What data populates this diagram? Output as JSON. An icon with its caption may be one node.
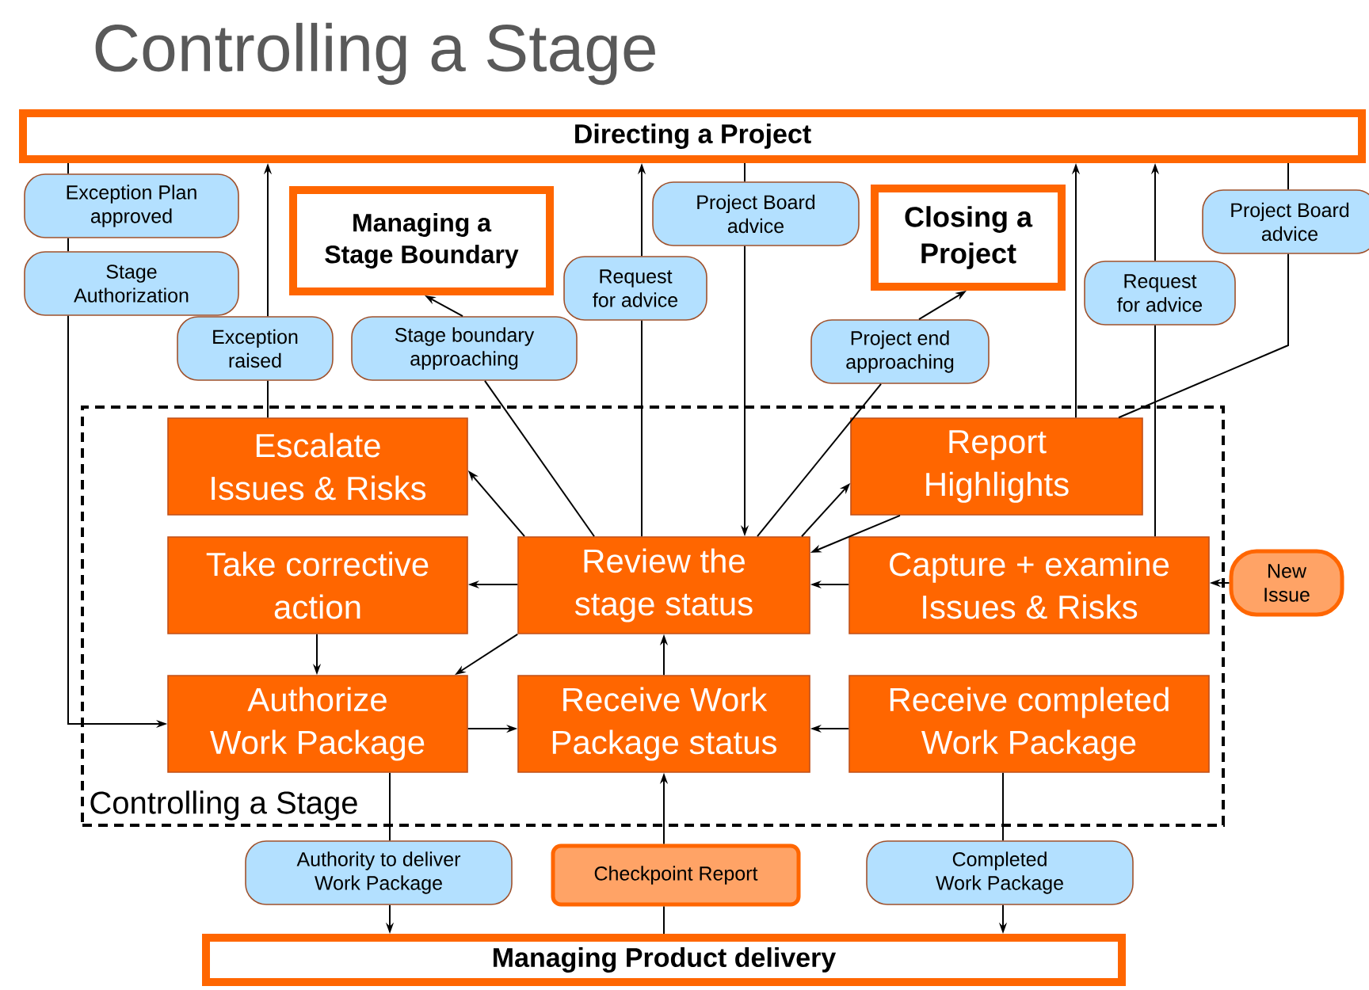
{
  "diagram": {
    "title": "Controlling a Stage",
    "nodes": [
      {
        "text": [
          "Directing a Project"
        ]
      },
      {
        "text": [
          "Exception Plan approved"
        ]
      },
      {
        "text": [
          "Stage Authorization"
        ]
      },
      {
        "text": [
          "Managing a Stage Boundary"
        ]
      },
      {
        "text": [
          "Exception raised"
        ]
      },
      {
        "text": [
          "Stage boundary approaching"
        ]
      },
      {
        "text": [
          "Project Board advice"
        ]
      },
      {
        "text": [
          "Request for advice"
        ]
      },
      {
        "text": [
          "Closing a Project"
        ]
      },
      {
        "text": [
          "Project end approaching"
        ]
      },
      {
        "text": [
          "Request for advice"
        ]
      },
      {
        "text": [
          "Project Board advice"
        ]
      },
      {
        "text": [
          "Controlling a Stage"
        ]
      },
      {
        "text": [
          "Escalate Issues & Risks"
        ],
        "in": 12
      },
      {
        "text": [
          "Report Highlights"
        ],
        "in": 12
      },
      {
        "text": [
          "Take corrective action"
        ],
        "in": 12
      },
      {
        "text": [
          "Review the stage status"
        ],
        "in": 12
      },
      {
        "text": [
          "Capture + examine Issues & Risks"
        ],
        "in": 12
      },
      {
        "text": [
          "New Issue"
        ]
      },
      {
        "text": [
          "Authorize Work Package"
        ],
        "in": 12
      },
      {
        "text": [
          "Receive Work Package status"
        ],
        "in": 12
      },
      {
        "text": [
          "Receive completed Work Package"
        ],
        "in": 12
      },
      {
        "text": [
          "Authority to deliver Work Package"
        ]
      },
      {
        "text": [
          "Checkpoint Report"
        ]
      },
      {
        "text": [
          "Completed Work Package"
        ]
      },
      {
        "text": [
          "Managing Product delivery"
        ]
      }
    ],
    "edges": [
      {
        "from": 0,
        "to": 1,
        "arrow": "none"
      },
      {
        "from": 1,
        "to": 2,
        "arrow": "none"
      },
      {
        "from": 2,
        "to": 19,
        "arrow": "to"
      },
      {
        "from": 13,
        "to": 4,
        "arrow": "none"
      },
      {
        "from": 4,
        "to": 0,
        "arrow": "to"
      },
      {
        "from": 16,
        "to": 5,
        "arrow": "none"
      },
      {
        "from": 5,
        "to": 3,
        "arrow": "to"
      },
      {
        "from": 16,
        "to": 7,
        "arrow": "none"
      },
      {
        "from": 7,
        "to": 0,
        "arrow": "to"
      },
      {
        "from": 0,
        "to": 6,
        "arrow": "none"
      },
      {
        "from": 6,
        "to": 16,
        "arrow": "to"
      },
      {
        "from": 16,
        "to": 9,
        "arrow": "none"
      },
      {
        "from": 9,
        "to": 8,
        "arrow": "to"
      },
      {
        "from": 16,
        "to": 14,
        "arrow": "to"
      },
      {
        "from": 14,
        "to": 16,
        "arrow": "to"
      },
      {
        "from": 14,
        "to": 0,
        "arrow": "to"
      },
      {
        "from": 17,
        "to": 10,
        "arrow": "none"
      },
      {
        "from": 10,
        "to": 0,
        "arrow": "to"
      },
      {
        "from": 0,
        "to": 11,
        "arrow": "none"
      },
      {
        "from": 11,
        "to": 14,
        "arrow": "none"
      },
      {
        "from": 16,
        "to": 13,
        "arrow": "to"
      },
      {
        "from": 16,
        "to": 15,
        "arrow": "to"
      },
      {
        "from": 17,
        "to": 16,
        "arrow": "to"
      },
      {
        "from": 18,
        "to": 17,
        "arrow": "to"
      },
      {
        "from": 15,
        "to": 19,
        "arrow": "to"
      },
      {
        "from": 16,
        "to": 19,
        "arrow": "to"
      },
      {
        "from": 19,
        "to": 20,
        "arrow": "to"
      },
      {
        "from": 20,
        "to": 16,
        "arrow": "to"
      },
      {
        "from": 21,
        "to": 20,
        "arrow": "to"
      },
      {
        "from": 19,
        "to": 22,
        "arrow": "none"
      },
      {
        "from": 22,
        "to": 25,
        "arrow": "to"
      },
      {
        "from": 25,
        "to": 23,
        "arrow": "none"
      },
      {
        "from": 23,
        "to": 20,
        "arrow": "to"
      },
      {
        "from": 21,
        "to": 24,
        "arrow": "none"
      },
      {
        "from": 24,
        "to": 25,
        "arrow": "to"
      }
    ]
  }
}
